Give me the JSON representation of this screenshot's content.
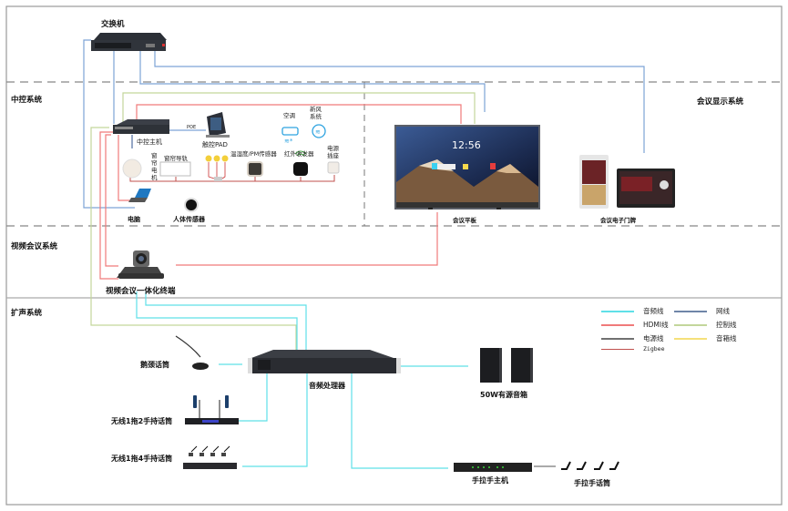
{
  "title": "会议室系统拓扑图",
  "sections": {
    "switch_label": "交换机",
    "control": "中控系统",
    "display": "会议显示系统",
    "video": "视频会议系统",
    "audio": "扩声系统"
  },
  "devices": {
    "central_host": "中控主机",
    "poe_tag": "POE",
    "touch_pad": "触控PAD",
    "curtain_motor": "窗帘电机",
    "curtain_rail": "窗帘导轨",
    "temp_sensor": "温湿度/PM传感器",
    "ir_transceiver": "红外收发器",
    "power_socket": "电源插座",
    "air_conditioner": "空调",
    "fresh_air": "新风系统",
    "pc": "电脑",
    "body_sensor": "人体传感器",
    "meeting_panel": "会议平板",
    "panel_clock": "12:56",
    "door_sign": "会议电子门牌",
    "video_terminal": "视频会议一体化终端",
    "gooseneck_mic": "鹅颈话筒",
    "wireless_2mic": "无线1拖2手持话筒",
    "wireless_4mic": "无线1拖4手持话筒",
    "audio_processor": "音频处理器",
    "speakers": "50W有源音箱",
    "conf_host": "手拉手主机",
    "conf_mics": "手拉手话筒"
  },
  "legend": [
    {
      "label": "音频线",
      "color": "#5fe0e8"
    },
    {
      "label": "网线",
      "color": "#6f85a8"
    },
    {
      "label": "HDMI线",
      "color": "#f07a7a"
    },
    {
      "label": "控制线",
      "color": "#c3d69b"
    },
    {
      "label": "电源线",
      "color": "#707070"
    },
    {
      "label": "音箱线",
      "color": "#f5e07a"
    },
    {
      "label": "Zigbee",
      "color": "#c0504d"
    }
  ],
  "colors": {
    "network": "#7da3d6",
    "hdmi": "#f07a7a",
    "control": "#c3d69b",
    "audio": "#5fe0e8",
    "zigbee": "#c0504d",
    "divider": "#888888"
  }
}
